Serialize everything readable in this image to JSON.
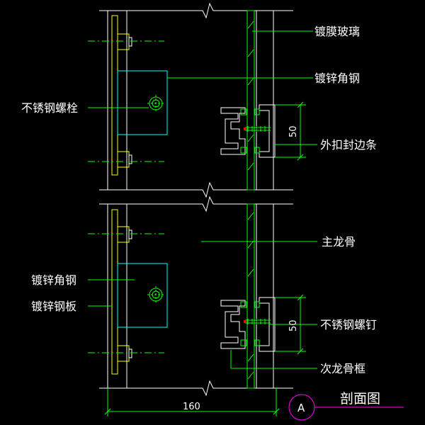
{
  "colors": {
    "background": "#000000",
    "structure": "#ffffff",
    "steel": "#ffff00",
    "glass": "#00ff00",
    "angle": "#00ffff",
    "leader": "#00ff00",
    "dimension": "#00ff00",
    "section_marker": "#ff00ff",
    "bolt": "#00ff00",
    "profile": "#ffffff",
    "gasket": "#00ff00"
  },
  "labels": {
    "coated_glass": "镀膜玻璃",
    "galv_angle_top": "镀锌角钢",
    "ss_bolt": "不锈钢螺栓",
    "outer_cap": "外扣封边条",
    "main_mullion": "主龙骨",
    "galv_angle_bottom": "镀锌角钢",
    "galv_plate": "镀锌钢板",
    "ss_screw": "不锈钢螺钉",
    "sub_frame": "次龙骨框"
  },
  "dimensions": {
    "upper_height": "50",
    "lower_height": "50",
    "width": "160"
  },
  "section": {
    "marker": "A",
    "title": "剖面图"
  }
}
